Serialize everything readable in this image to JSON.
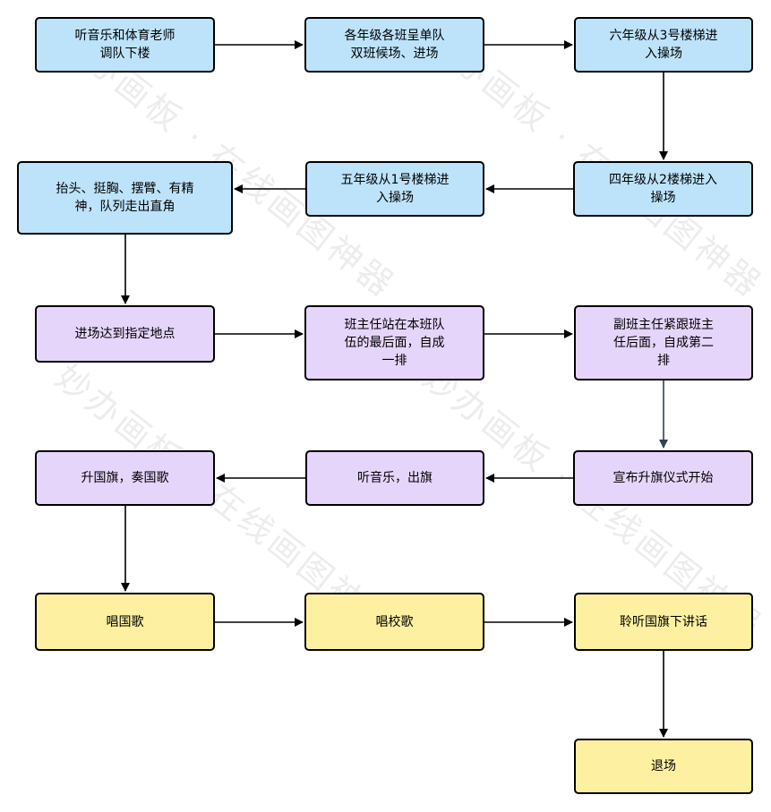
{
  "watermark": {
    "text": "妙办画板 · 在线画图神器"
  },
  "colors": {
    "blue": "#bde3fa",
    "purple": "#e6d5fb",
    "yellow": "#fdf1a1",
    "edge": "#000000",
    "edge_alt": "#334155"
  },
  "nodes": {
    "n1": "听音乐和体育老师\n调队下楼",
    "n2": "各年级各班呈单队\n双班候场、进场",
    "n3": "六年级从3号楼梯进\n入操场",
    "n4": "四年级从2楼梯进入\n操场",
    "n5": "五年级从1号楼梯进\n入操场",
    "n6": "抬头、挺胸、摆臂、有精\n神，队列走出直角",
    "n7": "进场达到指定地点",
    "n8": "班主任站在本班队\n伍的最后面，自成\n一排",
    "n9": "副班主任紧跟班主\n任后面，自成第二\n排",
    "n10": "宣布升旗仪式开始",
    "n11": "听音乐，出旗",
    "n12": "升国旗，奏国歌",
    "n13": "唱国歌",
    "n14": "唱校歌",
    "n15": "聆听国旗下讲话",
    "n16": "退场"
  }
}
